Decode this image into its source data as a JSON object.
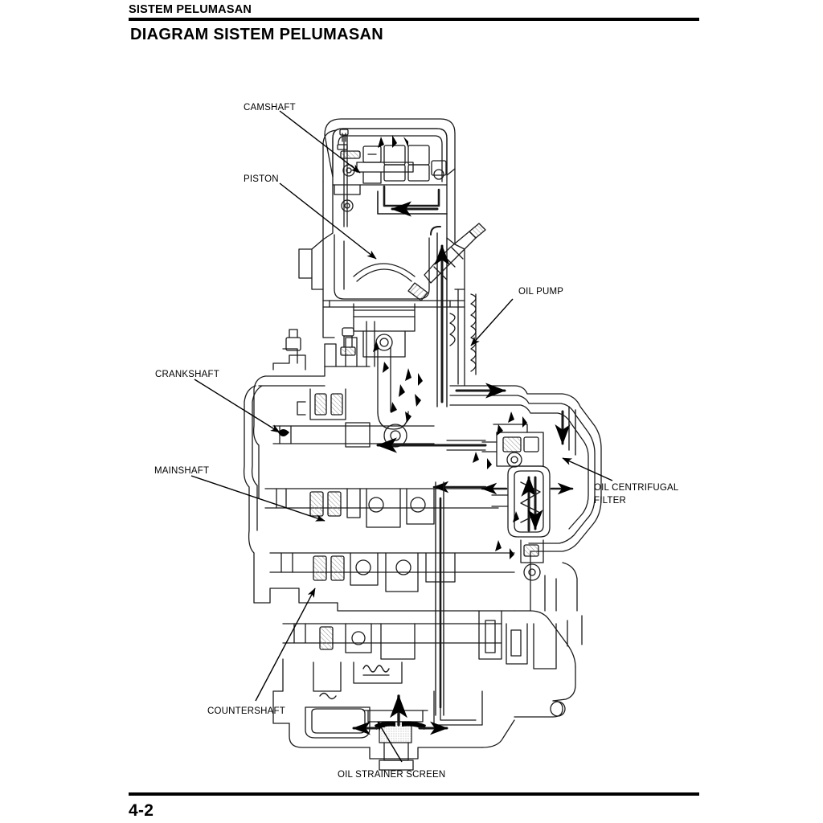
{
  "header": {
    "running_head": "SISTEM PELUMASAN",
    "title": "DIAGRAM SISTEM PELUMASAN"
  },
  "footer": {
    "page_number": "4-2"
  },
  "figure": {
    "description": "Engine lubrication system cutaway diagram",
    "callouts": [
      {
        "id": "camshaft",
        "label": "CAMSHAFT",
        "label2": ""
      },
      {
        "id": "piston",
        "label": "PISTON",
        "label2": ""
      },
      {
        "id": "oil-pump",
        "label": "OIL PUMP",
        "label2": ""
      },
      {
        "id": "crankshaft",
        "label": "CRANKSHAFT",
        "label2": ""
      },
      {
        "id": "mainshaft",
        "label": "MAINSHAFT",
        "label2": ""
      },
      {
        "id": "oil-centrifugal",
        "label": "OIL CENTRIFUGAL",
        "label2": "FILTER"
      },
      {
        "id": "countershaft",
        "label": "COUNTERSHAFT",
        "label2": ""
      },
      {
        "id": "oil-strainer",
        "label": "OIL STRAINER SCREEN",
        "label2": ""
      }
    ]
  },
  "colors": {
    "ink": "#000000",
    "paper": "#ffffff",
    "hatch": "#9a9a9a",
    "light": "#d8d8d8"
  }
}
